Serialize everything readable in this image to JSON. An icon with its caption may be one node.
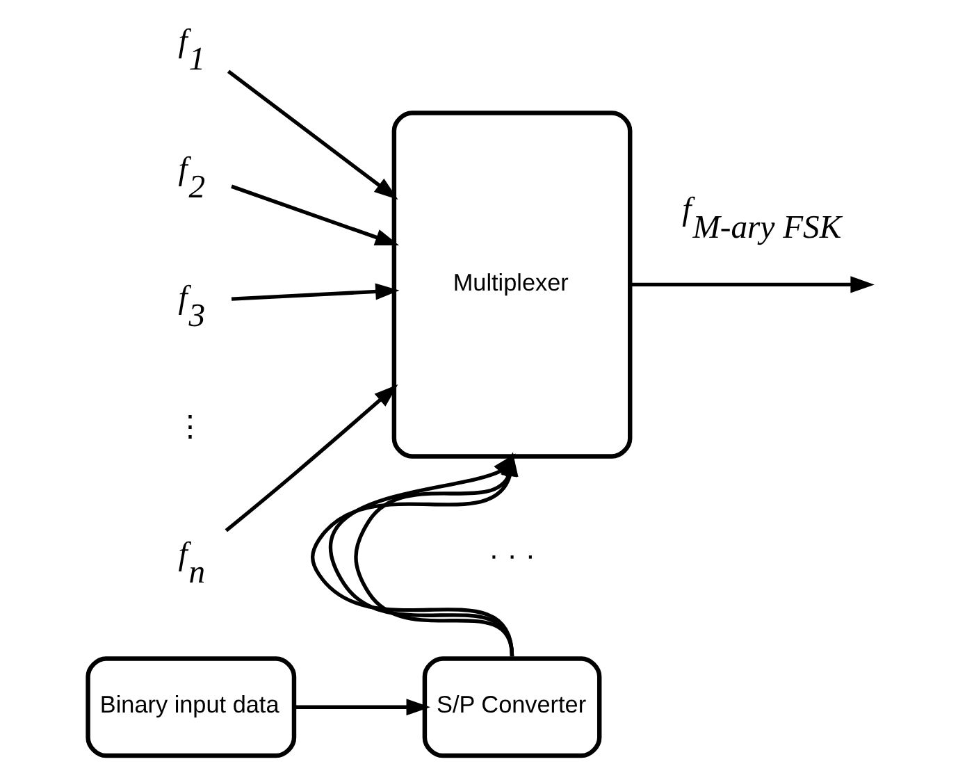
{
  "diagram": {
    "nodes": [
      {
        "text": [
          "Multiplexer"
        ]
      },
      {
        "text": [
          "S/P Converter"
        ]
      },
      {
        "text": [
          "Binary input data"
        ]
      },
      {
        "text": [
          "f$_{1}$"
        ]
      },
      {
        "text": [
          "f$_{2}$"
        ]
      },
      {
        "text": [
          "f$_{3}$"
        ]
      },
      {
        "text": [
          "f$_{n}$"
        ]
      }
    ],
    "edges": [
      {
        "from": 3,
        "to": 0,
        "arrow": "to"
      },
      {
        "from": 4,
        "to": 0,
        "arrow": "to"
      },
      {
        "from": 5,
        "to": 0,
        "arrow": "to"
      },
      {
        "from": 6,
        "to": 0,
        "arrow": "to"
      },
      {
        "from": 0,
        "to": null,
        "arrow": "to",
        "label": "f$_{M-ary FSK}$"
      },
      {
        "from": 1,
        "to": 0,
        "arrow": "to"
      },
      {
        "from": 1,
        "to": 0,
        "arrow": "to"
      },
      {
        "from": 1,
        "to": 0,
        "arrow": "to"
      },
      {
        "from": 2,
        "to": 1,
        "arrow": "to"
      }
    ],
    "labels": [
      "⋮",
      "· · ·"
    ]
  }
}
